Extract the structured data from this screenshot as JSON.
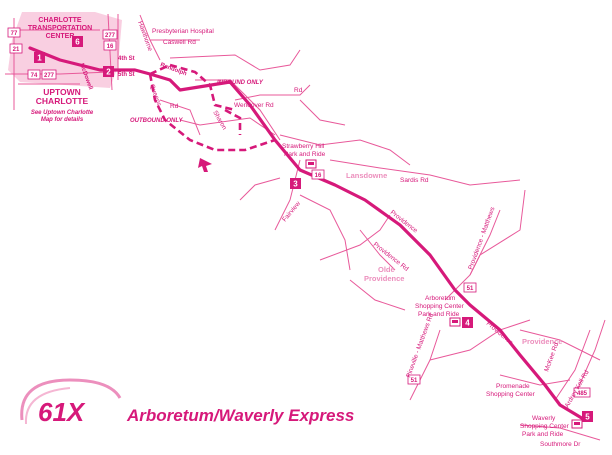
{
  "route": {
    "number": "61X",
    "name": "Arboretum/Waverly Express",
    "color": "#d6197a"
  },
  "labels": {
    "charlotte_transportation_center_1": "CHARLOTTE",
    "charlotte_transportation_center_2": "TRANSPORTATION",
    "charlotte_transportation_center_3": "CENTER",
    "uptown_1": "UPTOWN",
    "uptown_2": "CHARLOTTE",
    "uptown_note_1": "See Uptown Charlotte",
    "uptown_note_2": "Map for details",
    "inbound": "INBOUND ONLY",
    "outbound": "OUTBOUND ONLY",
    "presbyterian": "Presbyterian Hospital",
    "caswell": "Caswell Rd",
    "fourth_st": "4th St",
    "fifth_st": "5th St",
    "mcdowell": "McDowell",
    "hawthorne": "Hawthorne",
    "randolph": "Randolph",
    "queens": "Queens",
    "providence_rd_short": "Rd",
    "wendover": "Wendover Rd",
    "sharon_rd": "Sharon",
    "rd_small": "Rd",
    "strawberry_1": "Strawberry Hill",
    "strawberry_2": "Park and Ride",
    "lansdowne": "Lansdowne",
    "sardis": "Sardis Rd",
    "fairview": "Fairview",
    "providence_rd": "Providence",
    "olde_1": "Olde",
    "olde_2": "Providence",
    "rea": "Providence Rd",
    "providence_matthews": "Providence - Matthews",
    "arboretum_1": "Arboretum",
    "arboretum_2": "Shopping Center",
    "arboretum_3": "Park and Ride",
    "providence_area": "Providence",
    "pineville_matthews": "Pineville - Matthews Rd",
    "promenade_1": "Promenade",
    "promenade_2": "Shopping Center",
    "waverly_1": "Waverly",
    "waverly_2": "Shopping Center",
    "waverly_3": "Park and Ride",
    "ardrey_kell": "Ardrey Kell Rd",
    "southmore": "Southmore Dr",
    "mckee": "McKee Rd",
    "shield_277": "277",
    "shield_16": "16",
    "shield_74": "74",
    "shield_277b": "277",
    "shield_77": "77",
    "shield_21": "21",
    "shield_51": "51",
    "shield_51b": "51",
    "shield_485": "485",
    "shield_16b": "16"
  },
  "stops": [
    {
      "number": "1"
    },
    {
      "number": "2"
    },
    {
      "number": "3"
    },
    {
      "number": "4"
    },
    {
      "number": "5"
    },
    {
      "number": "6"
    }
  ],
  "icons": {
    "north_arrow": "north-arrow-icon",
    "park_ride": "park-and-ride-icon"
  }
}
